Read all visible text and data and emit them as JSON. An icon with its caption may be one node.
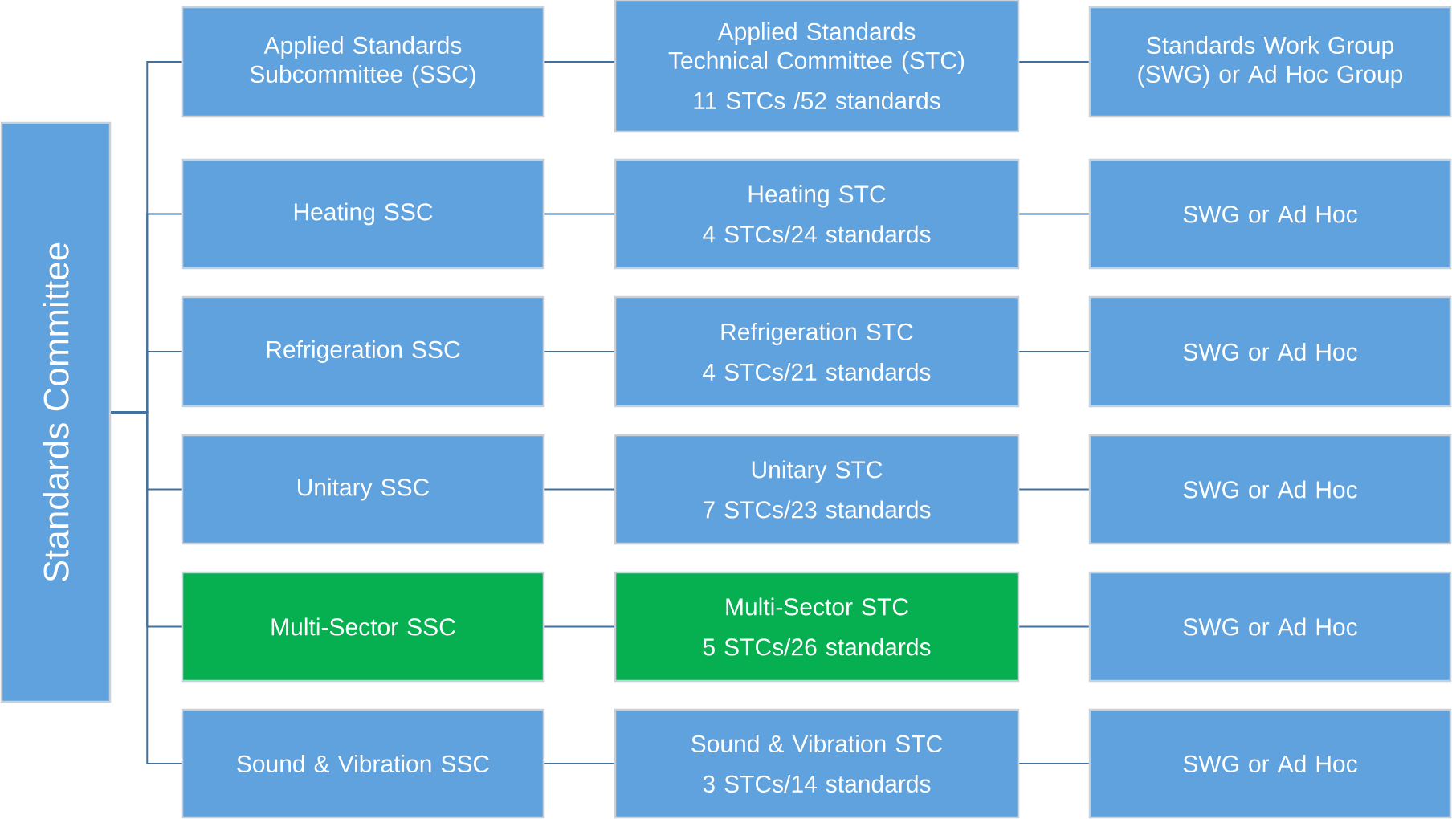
{
  "diagram": {
    "nodes": [
      {
        "text": [
          "Standards Committee"
        ]
      },
      {
        "text": [
          "Applied Standards Subcommittee (SSC)"
        ]
      },
      {
        "text": [
          "Applied Standards Technical Committee (STC)",
          "11 STCs /52 standards"
        ]
      },
      {
        "text": [
          "Standards Work Group (SWG) or Ad Hoc Group"
        ]
      },
      {
        "text": [
          "Heating SSC"
        ]
      },
      {
        "text": [
          "Heating STC",
          "4 STCs/24 standards"
        ]
      },
      {
        "text": [
          "SWG or Ad Hoc"
        ]
      },
      {
        "text": [
          "Refrigeration SSC"
        ]
      },
      {
        "text": [
          "Refrigeration STC",
          "4 STCs/21 standards"
        ]
      },
      {
        "text": [
          "SWG or Ad Hoc"
        ]
      },
      {
        "text": [
          "Unitary SSC"
        ]
      },
      {
        "text": [
          "Unitary STC",
          "7 STCs/23 standards"
        ]
      },
      {
        "text": [
          "SWG or Ad Hoc"
        ]
      },
      {
        "text": [
          "Multi-Sector SSC"
        ]
      },
      {
        "text": [
          "Multi-Sector STC",
          "5 STCs/26 standards"
        ]
      },
      {
        "text": [
          "SWG or Ad Hoc"
        ]
      },
      {
        "text": [
          "Sound & Vibration SSC"
        ]
      },
      {
        "text": [
          "Sound & Vibration STC",
          "3 STCs/14 standards"
        ]
      },
      {
        "text": [
          "SWG or Ad Hoc"
        ]
      }
    ],
    "edges": [
      {
        "from": 0,
        "to": 1,
        "arrow": "none"
      },
      {
        "from": 0,
        "to": 4,
        "arrow": "none"
      },
      {
        "from": 0,
        "to": 7,
        "arrow": "none"
      },
      {
        "from": 0,
        "to": 10,
        "arrow": "none"
      },
      {
        "from": 0,
        "to": 13,
        "arrow": "none"
      },
      {
        "from": 0,
        "to": 16,
        "arrow": "none"
      },
      {
        "from": 1,
        "to": 2,
        "arrow": "none"
      },
      {
        "from": 2,
        "to": 3,
        "arrow": "none"
      },
      {
        "from": 4,
        "to": 5,
        "arrow": "none"
      },
      {
        "from": 5,
        "to": 6,
        "arrow": "none"
      },
      {
        "from": 7,
        "to": 8,
        "arrow": "none"
      },
      {
        "from": 8,
        "to": 9,
        "arrow": "none"
      },
      {
        "from": 10,
        "to": 11,
        "arrow": "none"
      },
      {
        "from": 11,
        "to": 12,
        "arrow": "none"
      },
      {
        "from": 13,
        "to": 14,
        "arrow": "none"
      },
      {
        "from": 14,
        "to": 15,
        "arrow": "none"
      },
      {
        "from": 16,
        "to": 17,
        "arrow": "none"
      },
      {
        "from": 17,
        "to": 18,
        "arrow": "none"
      }
    ]
  }
}
